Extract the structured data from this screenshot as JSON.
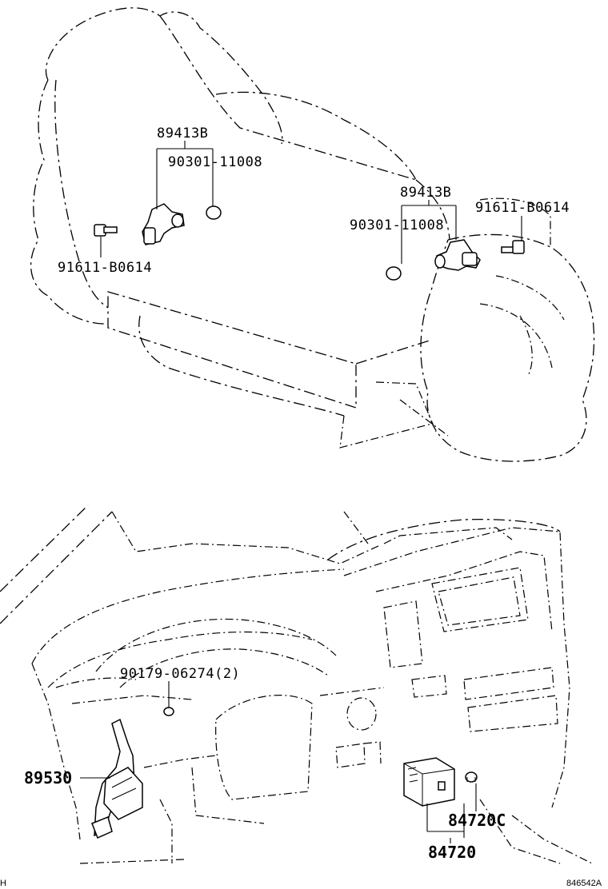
{
  "diagram": {
    "labels": {
      "sensor_a_group": "89413B",
      "o_ring_a": "90301-11008",
      "bolt_a": "91611-B0614",
      "sensor_b_group": "89413B",
      "o_ring_b": "90301-11008",
      "bolt_b": "91611-B0614",
      "clip": "90179-06274(2)",
      "computer": "89530",
      "switch_sub": "84720C",
      "switch": "84720"
    },
    "corner_left": "H",
    "drawing_number": "846542A"
  }
}
